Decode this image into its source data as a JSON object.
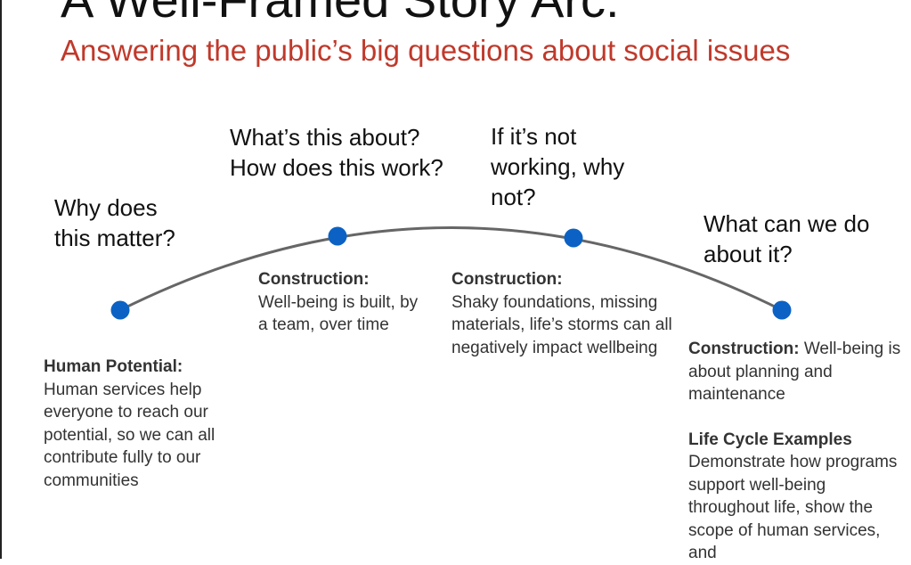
{
  "title": "A Well-Framed Story Arc:",
  "subtitle": "Answering the public’s big questions about social issues",
  "colors": {
    "subtitle": "#c0392b",
    "node": "#0b62c4",
    "arc": "#666666"
  },
  "stages": [
    {
      "question": "Why does this matter?",
      "heading": "Human Potential:",
      "body": "Human services help everyone to reach our potential, so we can all contribute fully to our communities"
    },
    {
      "question": "What’s this about? How does this work?",
      "heading": "Construction:",
      "body": "Well-being is built, by a team, over time"
    },
    {
      "question": "If it’s not working, why not?",
      "heading": "Construction:",
      "body": "Shaky foundations, missing materials, life’s storms can all negatively impact wellbeing"
    },
    {
      "question": "What can we do about it?",
      "heading": "Construction:",
      "body": "Well-being is about planning and maintenance",
      "heading2": "Life Cycle Examples",
      "body2": "Demonstrate how programs support well-being throughout life, show the scope of human services, and"
    }
  ]
}
